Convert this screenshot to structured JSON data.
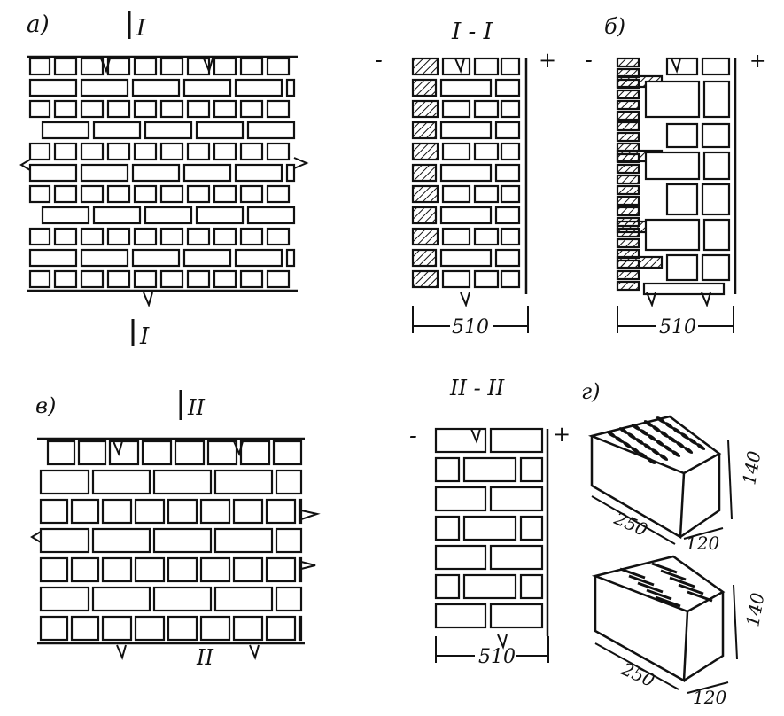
{
  "panels": {
    "a": {
      "label": "а)",
      "section_top": "I",
      "section_bottom": "I"
    },
    "section_1": {
      "label": "I - I",
      "minus": "-",
      "plus": "+",
      "dim": "510"
    },
    "b": {
      "label": "б)",
      "minus": "-",
      "plus": "+",
      "dim": "510"
    },
    "v": {
      "label": "в)",
      "section_top": "II",
      "section_bottom": "II"
    },
    "section_2": {
      "label": "II - II",
      "minus": "-",
      "plus": "+",
      "dim": "510"
    },
    "g": {
      "label": "г)",
      "brick1": {
        "length": "250",
        "width": "120",
        "height": "140"
      },
      "brick2": {
        "length": "250",
        "width": "120",
        "height": "140"
      }
    }
  }
}
